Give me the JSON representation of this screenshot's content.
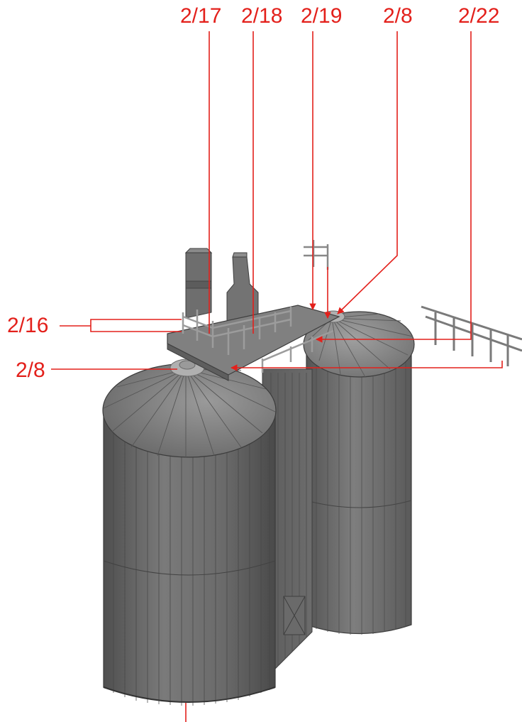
{
  "callouts": {
    "top": [
      "2/17",
      "2/18",
      "2/19",
      "2/8",
      "2/22"
    ],
    "left_upper": "2/16",
    "left_lower": "2/8"
  },
  "colors": {
    "callout": "#e3201b",
    "leader_line": "#e3201b",
    "model_dark": "#555555",
    "model_mid": "#6e6e6e",
    "model_light": "#8a8a8a",
    "hatch_cover": "#b0b0b0"
  }
}
